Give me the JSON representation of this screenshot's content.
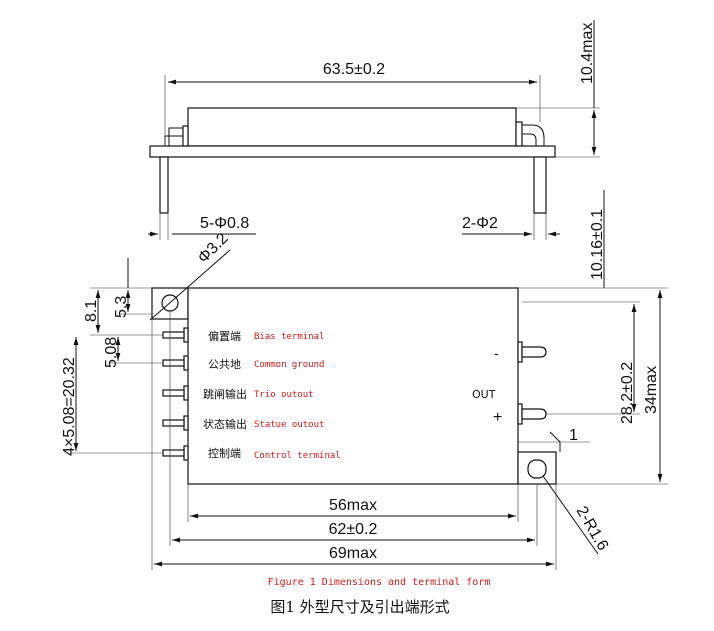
{
  "dimensions": {
    "top_length": "63.5±0.2",
    "height_max": "10.4max",
    "pins_small": "5-Φ0.8",
    "pins_large": "2-Φ2",
    "mount_hole": "Φ3.2",
    "pin_offset_vertical": "10.16±0.1",
    "left_5_3": "5.3",
    "left_8_1": "8.1",
    "left_5_08": "5.08",
    "left_pitch": "4×5.08=20.32",
    "right_28_2": "28.2±0.2",
    "right_34max": "34max",
    "right_1": "1",
    "width_56": "56max",
    "width_62": "62±0.2",
    "width_69": "69max",
    "corner_radius": "2-R1.6"
  },
  "terminals": [
    {
      "cn": "偏置端",
      "en": "Bias terminal"
    },
    {
      "cn": "公共地",
      "en": "Common ground"
    },
    {
      "cn": "跳闸输出",
      "en": "Trio outout"
    },
    {
      "cn": "状态输出",
      "en": "Statue outout"
    },
    {
      "cn": "控制端",
      "en": "Control terminal"
    }
  ],
  "output_labels": {
    "minus": "-",
    "out": "OUT",
    "plus": "+"
  },
  "caption": {
    "en": "Figure 1 Dimensions and terminal form",
    "cn": "图1 外型尺寸及引出端形式"
  }
}
